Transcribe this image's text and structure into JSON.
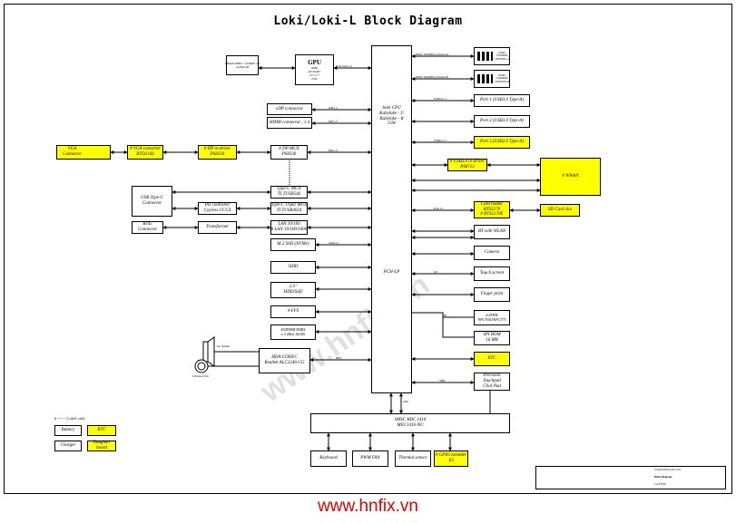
{
  "title": "Loki/Loki-L Block Diagram",
  "footer_url": "www.hnfix.vn",
  "watermark": "www.hnfix.vn",
  "cpu": {
    "label": "Intel CPU\nKabylake - U\nKabylake - R\n15W"
  },
  "pch_label": "PCH-LP",
  "gpu": {
    "title": "GPU",
    "sub": "AMD\nR7/M-R3\n15\"/17\"\n23W"
  },
  "vram": "VRAM DDR3 / GDDR5 x 4\n2GB/4GB",
  "left_blocks": {
    "edp": "eDP connector",
    "hdmi": "HDMI connector , 1.4",
    "dp_mux": "# DP MUX\nPS8330",
    "edp_redriver": "# DP re-driver\nPS8330",
    "vga_conv": "# VGA converter\nRTD2166",
    "vga_connector": "VGA\nConnector",
    "typec_mux": "Type-C MUX\nTI TUSB546",
    "usb_typec": "USB Type-C\nConnector",
    "pd_controller": "PD controller\nCypress CCG4",
    "typec_usb2_mux": "Type-C USB2 MUX\nTI TUSB4024",
    "lan": "LAN 10/100\n8 LAN 10/100/1000",
    "transformer": "Transformer",
    "rj45": "RJ45\nConnector",
    "m2_ssd": "M.2 SSD (NVMe)",
    "odd": "ODD",
    "hdd": "2.5\"\nHDD/SSD",
    "tpm": "# FFS",
    "sodimm": "SODIMM DDR4\nx 2 (Max 16GB)",
    "hda_codec": "HDA CODEC\nRealtek ALC3246-CG",
    "speaker": "Int. Speaker",
    "combo_jack": "Universal Jack"
  },
  "right_blocks": {
    "dimm_a": "DDR4\nSODIMM\nCHANNEL A",
    "dimm_b": "DDR4\nSODIMM\nCHANNEL B",
    "usb_port1": "Port 1 (USB3.0 Type-A)",
    "usb_port2": "Port 2 (USB3.0 Type-A)",
    "usb_port3": "Port 3 (USB2.0 Type-A)",
    "usb_redriver": "# USB3.0 re-driver\nPS8713",
    "wwan": "# WWAN",
    "card_reader": "Card reader\nRTS5170\n# RTS5170E",
    "sd_slot": "SD Card slot",
    "bt_wlan": "BT with WLAN",
    "camera": "Camera",
    "touch_screen": "Touch screen",
    "finger_print": "Finger print",
    "tpm_spi": "# dTPM\nNPCT650/NPCT75",
    "spi_rom": "SPI ROM\n16 MB",
    "rtc": "RTC",
    "touchpad": "Precision\nTouchpad\nClick Pad"
  },
  "ec": {
    "label": "SMSC KBC 1416\nMEC1416-NU"
  },
  "ec_children": {
    "keyboard": "Keyboard",
    "pwm_fan": "PWM FAN",
    "thermal": "Thermal sensor",
    "gpio_ext": "# GPIO extender\nIO"
  },
  "legend": {
    "note": "# ------> Loki-L only",
    "battery": "Battery",
    "rtc": "RTC",
    "charger": "Charger",
    "daughter_board": "Daughter board"
  },
  "title_block": {
    "company": "Compal Electronics, Inc.",
    "doc_title": "Block Diagram",
    "project": "LA-E791P"
  },
  "sig": {
    "usb3_p1": "USB3.0 x 1",
    "usb2": "USB2.0 x 1",
    "pcie": "PCIe x 1",
    "ddr_a": "DDR4 1600MHz (Channel A)",
    "ddr_b": "DDR4 1600MHz (Channel B)",
    "edp_sig": "eDP x 4",
    "hdmi_sig": "DDI x 4",
    "dp_sig": "DDI x 4",
    "sata": "SATA x 1",
    "hda": "HDA",
    "spi": "SPI",
    "smb": "SMB",
    "lpc": "eSPI",
    "i2c": "I2C",
    "peg": "PCIe Gen3 x 4"
  },
  "colors": {
    "highlight": "#ffff00",
    "note": "#dd0000",
    "footer": "#e00000"
  }
}
